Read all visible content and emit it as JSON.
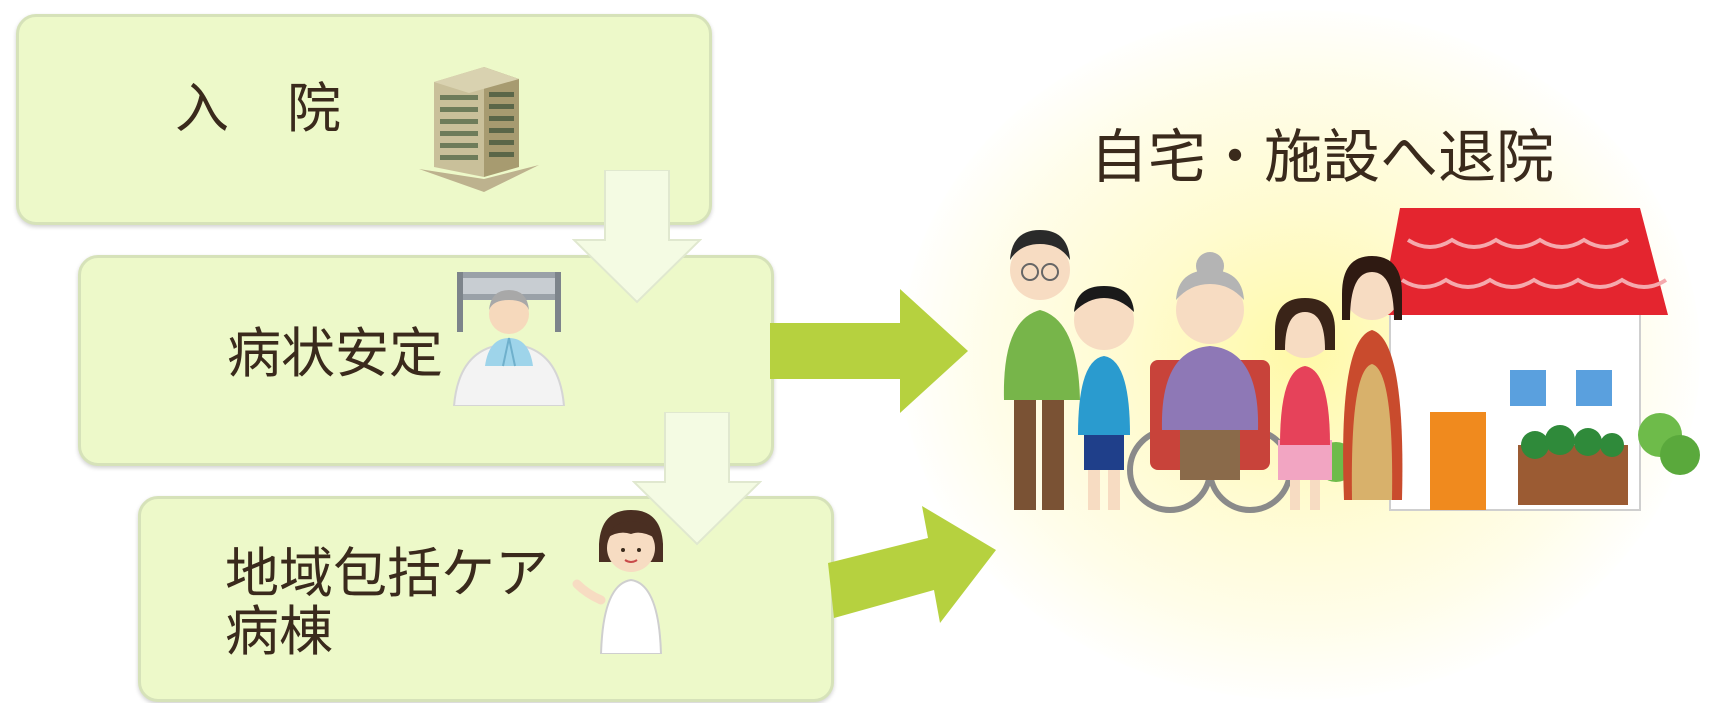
{
  "steps": [
    {
      "label": "入　院",
      "icon": "hospital-building-icon"
    },
    {
      "label": "病状安定",
      "icon": "patient-in-bed-icon"
    },
    {
      "label": "地域包括ケア病棟",
      "icon": "nurse-icon"
    }
  ],
  "result": {
    "title": "自宅・施設へ退院",
    "icon": "family-at-home-icon"
  },
  "colors": {
    "box_fill": "#edf9c9",
    "down_arrow": "#f4fbe3",
    "side_arrow": "#b6d13f",
    "text": "#3a2a1c",
    "glow": "#fff9a8"
  }
}
